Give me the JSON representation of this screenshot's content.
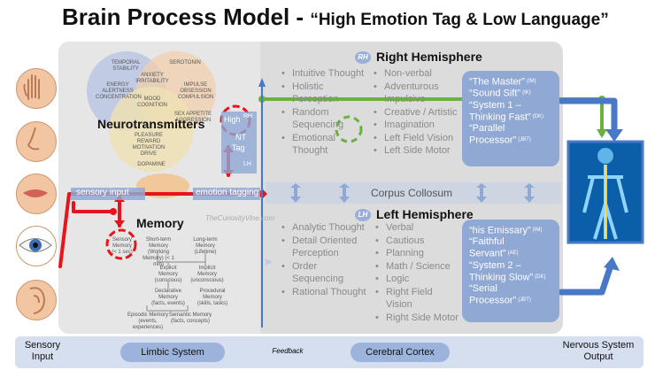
{
  "title": {
    "main": "Brain Process Model - ",
    "sub": "“High Emotion Tag & Low Language”"
  },
  "labels": {
    "neurotransmitters": "Neurotransmitters",
    "memory": "Memory",
    "sensory_input_strip": "sensory input",
    "emotion_tagging": "emotion tagging",
    "high": "High",
    "nt": "NT",
    "tag": "Tag",
    "rh_badge": "RH",
    "lh_badge": "LH",
    "watermark": "TheCuriosityVine.com",
    "corpus": "Corpus Collosum"
  },
  "venn": {
    "top_left": "TEMPORAL STABILITY",
    "top_right": "SEROTONIN",
    "left": "ENERGY ALERTNESS CONCENTRATION",
    "center_top": "ANXIETY IRRITABILITY",
    "right": "IMPULSE OBSESSION COMPULSION",
    "center": "MOOD COGNITION",
    "bottom_left": "PLEASURE REWARD MOTIVATION DRIVE",
    "bottom_right": "SEX APPETITE AGGRESSION",
    "bottom": "DOPAMINE"
  },
  "memory_tree": {
    "sensory": "Sensory Memory",
    "sensory_sub": "(< 1 sec)",
    "short_term": "Short-term Memory",
    "short_term_sub": "(Working Memory) (< 1 min)",
    "long_term": "Long-term Memory",
    "long_term_sub": "(Lifetime)",
    "explicit": "Explicit Memory",
    "explicit_sub": "(conscious)",
    "implicit": "Implicit Memory",
    "implicit_sub": "(unconscious)",
    "declarative": "Declarative Memory",
    "declarative_sub": "(facts, events)",
    "procedural": "Procedural Memory",
    "procedural_sub": "(skills, tasks)",
    "episodic": "Episodic Memory",
    "episodic_sub": "(events, experiences)",
    "semantic": "Semantic Memory",
    "semantic_sub": "(facts, concepts)"
  },
  "right_hemisphere": {
    "title": "Right Hemisphere",
    "col1": [
      "Intuitive Thought",
      "Holistic Perception",
      "Random Sequencing",
      "Emotional Thought"
    ],
    "col2": [
      "Non-verbal",
      "Adventurous",
      "Impulsive",
      "Creative / Artistic",
      "Imagination",
      "Left Field Vision",
      "Left Side Motor"
    ],
    "quotes": [
      {
        "text": "“The Master”",
        "tag": "(IM)"
      },
      {
        "text": "“Sound Sift”",
        "tag": "(IK)"
      },
      {
        "text": "“System 1 – Thinking Fast”",
        "tag": "(DK)"
      },
      {
        "text": "“Parallel Processor”",
        "tag": "(JBT)"
      }
    ]
  },
  "left_hemisphere": {
    "title": "Left Hemisphere",
    "col1": [
      "Analytic Thought",
      "Detail Oriented Perception",
      "Order Sequencing",
      "Rational Thought"
    ],
    "col2": [
      "Verbal",
      "Cautious",
      "Planning",
      "Math / Science",
      "Logic",
      "Right Field Vision",
      "Right Side Motor"
    ],
    "quotes": [
      {
        "text": "“his Emissary”",
        "tag": "(IM)"
      },
      {
        "text": "“Faithful Servant”",
        "tag": "(AE)"
      },
      {
        "text": "“System 2 – Thinking Slow”",
        "tag": "(DK)"
      },
      {
        "text": "“Serial Processor”",
        "tag": "(JBT)"
      }
    ]
  },
  "bottom": {
    "sensory_input": "Sensory Input",
    "limbic": "Limbic System",
    "feedback": "Feedback",
    "cortex": "Cerebral Cortex",
    "nervous": "Nervous System Output"
  },
  "icons": {
    "senses": [
      "hand-icon",
      "nose-icon",
      "mouth-icon",
      "eye-icon",
      "ear-icon"
    ],
    "body": "nervous-system-body-icon"
  },
  "colors": {
    "red": "#e8141b",
    "green": "#6ab23e",
    "blue": "#4a78c8",
    "panel": "#dcdcdc",
    "quote": "#8fa8d4"
  }
}
